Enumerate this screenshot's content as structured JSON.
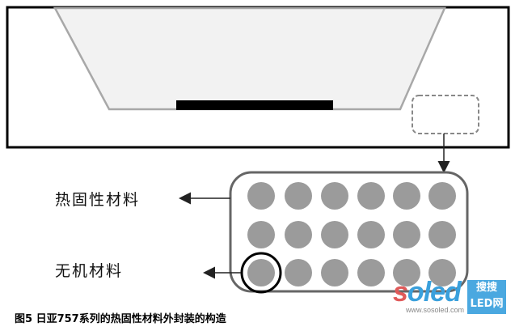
{
  "labels": {
    "thermoset": "热固性材料",
    "inorganic": "无机材料"
  },
  "caption": "图5 日亚757系列的热固性材料外封装的构造",
  "watermark": {
    "logo": "soled",
    "badge_top": "搜搜",
    "badge_bottom": "LED网",
    "url": "www.sosoled.com"
  },
  "colors": {
    "package_outline": "#000000",
    "cavity_fill": "#f2f2f2",
    "cavity_stroke": "#a8a8a8",
    "particle": "#9b9b9b",
    "magnifier_outline": "#666666"
  }
}
